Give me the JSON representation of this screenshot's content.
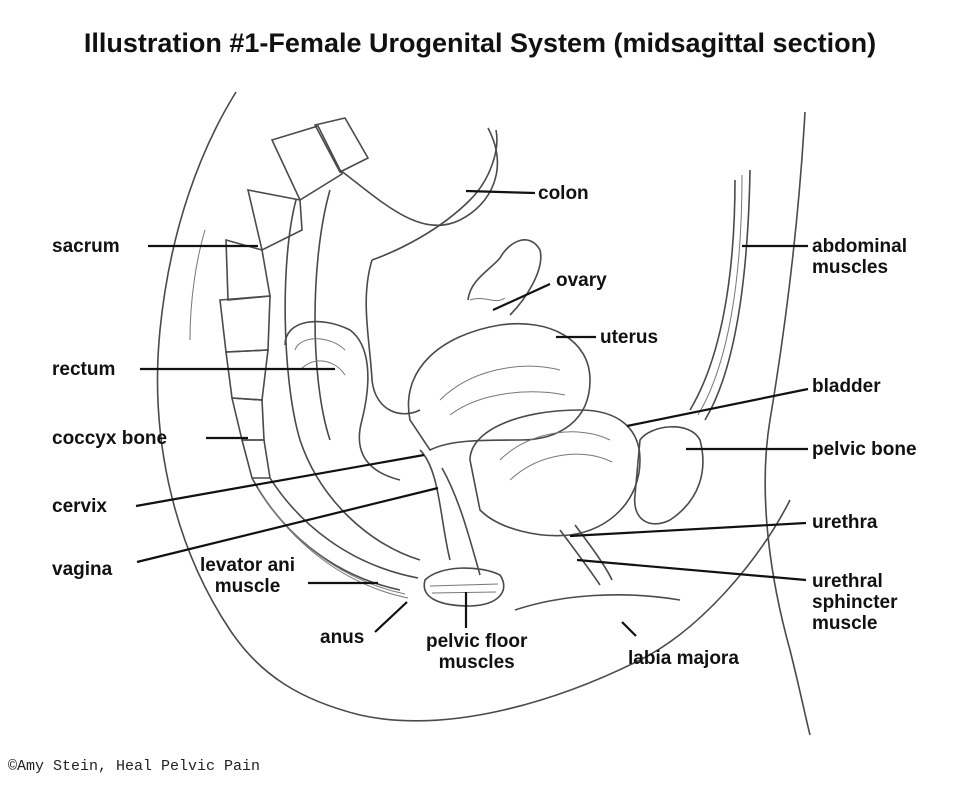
{
  "title": "Illustration #1-Female Urogenital System  (midsagittal section)",
  "labels": {
    "colon": "colon",
    "sacrum": "sacrum",
    "abdominal_muscles": "abdominal\nmuscles",
    "ovary": "ovary",
    "uterus": "uterus",
    "rectum": "rectum",
    "bladder": "bladder",
    "coccyx_bone": "coccyx bone",
    "pelvic_bone": "pelvic bone",
    "cervix": "cervix",
    "urethra": "urethra",
    "vagina": "vagina",
    "levator_ani_muscle": "levator ani\nmuscle",
    "urethral_sphincter_muscle": "urethral\nsphincter\nmuscle",
    "anus": "anus",
    "pelvic_floor_muscles": "pelvic floor\nmuscles",
    "labia_majora": "labia majora"
  },
  "credit": "©Amy Stein, Heal Pelvic Pain"
}
